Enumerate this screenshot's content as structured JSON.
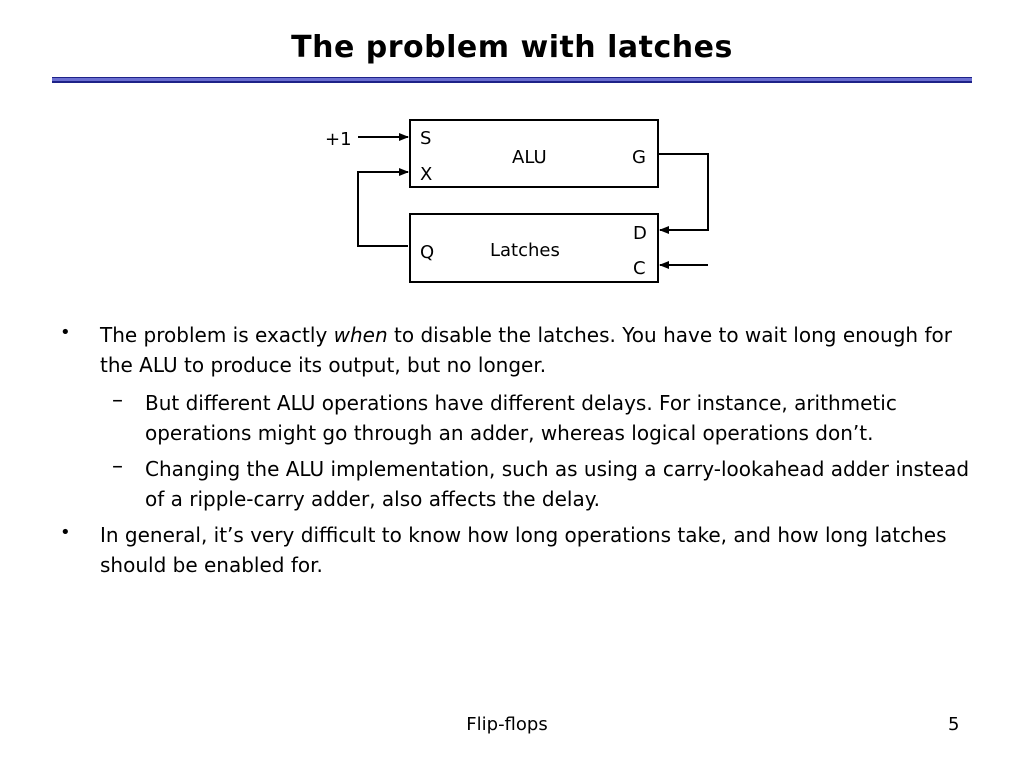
{
  "title": "The problem with latches",
  "diagram": {
    "input_label": "+1",
    "alu": {
      "name": "ALU",
      "s": "S",
      "x": "X",
      "g": "G"
    },
    "latches": {
      "name": "Latches",
      "q": "Q",
      "d": "D",
      "c": "C"
    }
  },
  "bullets": [
    {
      "before": "The problem is exactly ",
      "emph": "when",
      "after": " to disable the latches. You have to wait long enough for the ALU to produce its output, but no longer.",
      "sub": [
        "But different ALU operations have different delays. For instance, arithmetic operations might go through an adder, whereas logical operations don’t.",
        "Changing the ALU implementation, such as using a carry-lookahead adder instead of a ripple-carry adder, also affects the delay."
      ]
    },
    {
      "text": "In general, it’s very difficult to know how long operations take, and how long latches should be enabled for."
    }
  ],
  "footer": {
    "label": "Flip-flops",
    "page": "5"
  }
}
